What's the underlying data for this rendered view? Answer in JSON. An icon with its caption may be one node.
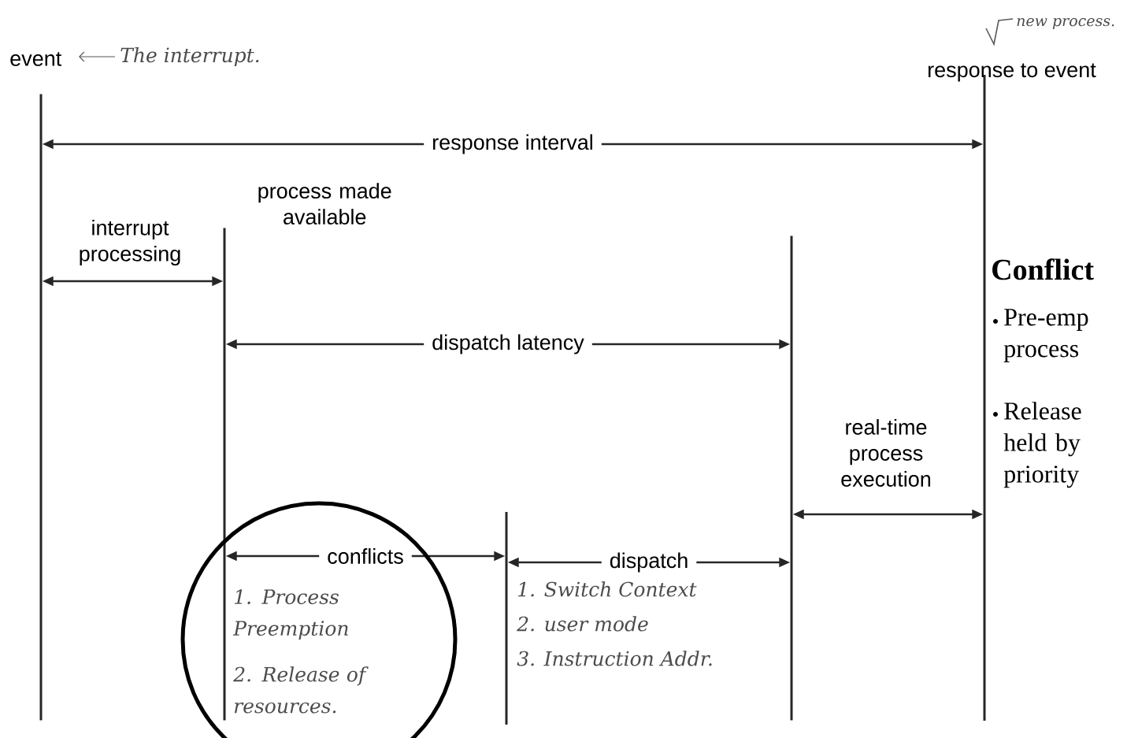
{
  "diagram": {
    "nodes": [
      {
        "text": [],
        "shape": "bar",
        "beside": [
          "event",
          "The interrupt."
        ]
      },
      {
        "text": [],
        "shape": "bar",
        "beside": [
          "process made available"
        ]
      },
      {
        "text": [],
        "shape": "bar",
        "beside": [
          "1. Switch Context",
          "2. user mode",
          "3. Instruction Addr."
        ]
      },
      {
        "text": [],
        "shape": "bar"
      },
      {
        "text": [],
        "shape": "bar",
        "beside": [
          "new process.",
          "response to event"
        ]
      }
    ],
    "edges": [
      {
        "from": 0,
        "to": 4,
        "arrow": "both",
        "label": "response interval"
      },
      {
        "from": 0,
        "to": 1,
        "arrow": "both",
        "label": "interrupt processing"
      },
      {
        "from": 1,
        "to": 3,
        "arrow": "both",
        "label": "dispatch latency"
      },
      {
        "from": 1,
        "to": 2,
        "arrow": "both",
        "label": "conflicts"
      },
      {
        "from": 2,
        "to": 3,
        "arrow": "both",
        "label": "dispatch"
      },
      {
        "from": 3,
        "to": 4,
        "arrow": "both",
        "label": "real-time process execution"
      }
    ],
    "labels": [
      "Conflict",
      "Pre-emp process",
      "Release held by priority",
      "1. Process Preemption",
      "2. Release of resources."
    ]
  }
}
